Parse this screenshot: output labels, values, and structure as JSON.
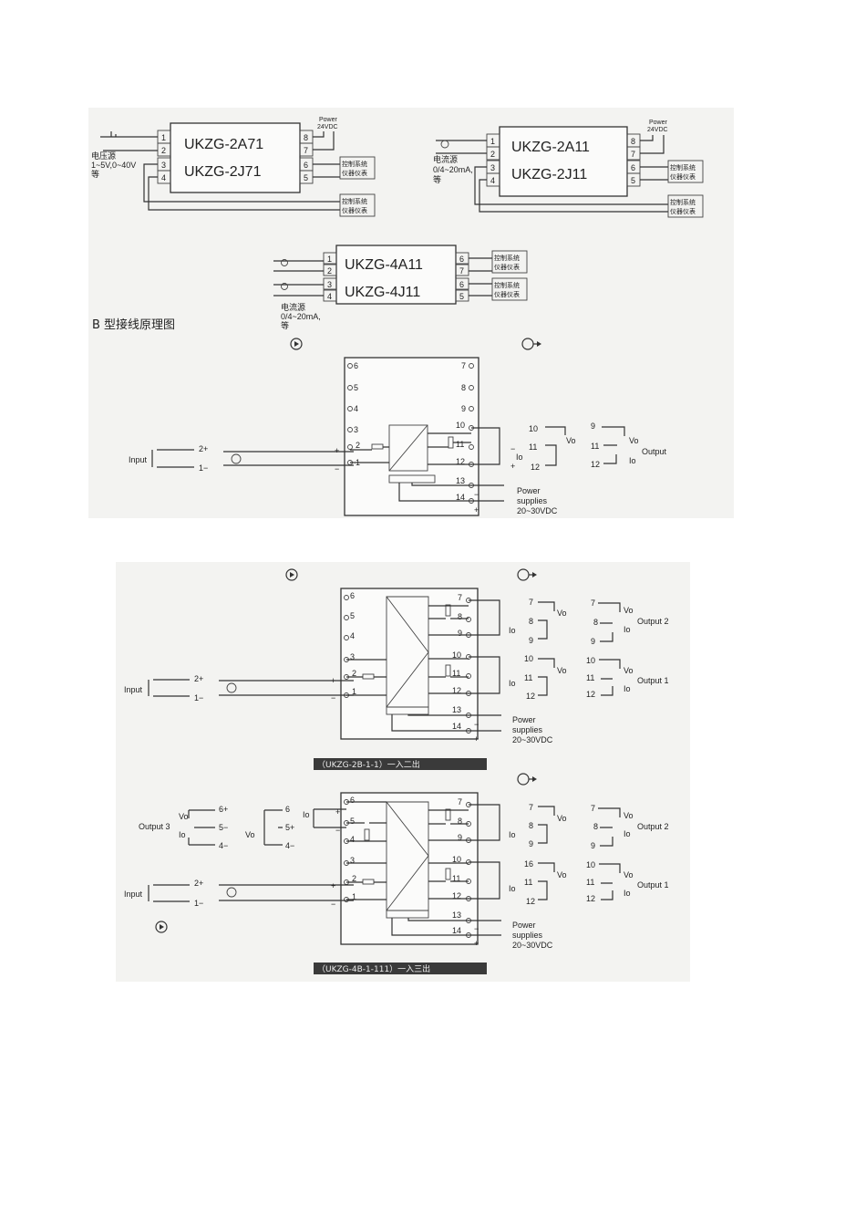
{
  "title_b": "B 型接线原理图",
  "module_a": {
    "model1": "UKZG-2A71",
    "model2": "UKZG-2J71",
    "source_label1": "电压源",
    "source_label2": "1~5V,0~40V",
    "source_label3": "等",
    "power_label1": "Power",
    "power_label2": "24VDC",
    "out1": "控制系统",
    "out1b": "仪器仪表",
    "out2": "控制系统",
    "out2b": "仪器仪表"
  },
  "module_b": {
    "model1": "UKZG-2A11",
    "model2": "UKZG-2J11",
    "source_label1": "电流源",
    "source_label2": "0/4~20mA,",
    "source_label3": "等",
    "power_label1": "Power",
    "power_label2": "24VDC",
    "out1": "控制系统",
    "out1b": "仪器仪表",
    "out2": "控制系统",
    "out2b": "仪器仪表"
  },
  "module_c": {
    "model1": "UKZG-4A11",
    "model2": "UKZG-4J11",
    "source_label1": "电流源",
    "source_label2": "0/4~20mA,",
    "source_label3": "等",
    "out1": "控制系统",
    "out1b": "仪器仪表",
    "out2": "控制系统",
    "out2b": "仪器仪表"
  },
  "diagram_common": {
    "input": "Input",
    "output": "Output",
    "output1": "Output 1",
    "output2": "Output 2",
    "output3": "Output 3",
    "power1": "Power",
    "power2": "supplies",
    "power3": "20~30VDC",
    "vo": "Vo",
    "io": "Io"
  },
  "caption_2": "（UKZG-2B-1-1）一入二出",
  "caption_3": "（UKZG-4B-1-111）一入三出"
}
